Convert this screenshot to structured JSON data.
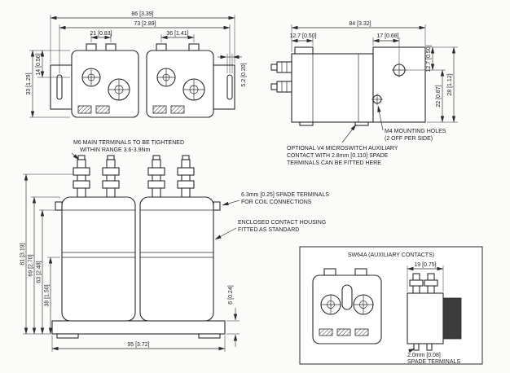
{
  "colors": {
    "ink": "#2b2b2b",
    "paper": "#fbfbfa",
    "housing_dark": "#3c3c3c"
  },
  "front_top": {
    "dim_width_overall": "86 [3.39]",
    "dim_width_fixing": "73 [2.89]",
    "dim_left_terminals": "21 [0.83]",
    "dim_right_terminals": "36 [1.41]",
    "dim_height_upper": "14 [0.56]",
    "dim_height_overall": "33 [1.29]",
    "dim_slot": "5.2 [0.20]"
  },
  "side_top": {
    "dim_width_overall": "84 [3.32]",
    "dim_offset_left": "12.7 [0.50]",
    "dim_hole_offset": "17 [0.68]",
    "dim_top": "12.7 [0.50]",
    "dim_hole_height": "22 [0.87]",
    "dim_height_overall": "28 [1.12]",
    "note_m4_line1": "M4 MOUNTING HOLES",
    "note_m4_line2": "(2 OFF PER SIDE)",
    "note_v4_line1": "OPTIONAL V4 MICROSWITCH AUXILIARY",
    "note_v4_line2": "CONTACT WITH 2.8mm [0.110] SPADE",
    "note_v4_line3": "TERMINALS CAN BE FITTED HERE"
  },
  "front_bottom": {
    "note_m6_line1": "M6 MAIN TERMINALS TO BE TIGHTENED",
    "note_m6_line2": "WITHIN RANGE 3.6-3.9Nm",
    "note_spade_line1": "6.3mm [0.25] SPADE TERMINALS",
    "note_spade_line2": "FOR COIL CONNECTIONS",
    "note_housing_line1": "ENCLOSED CONTACT HOUSING",
    "note_housing_line2": "FITTED AS STANDARD",
    "dim_h_81": "81 [3.19]",
    "dim_h_69": "69 [2.70]",
    "dim_h_63": "63 [2.48]",
    "dim_h_38": "38 [1.50]",
    "dim_base_height": "6 [0.24]",
    "dim_base_width": "95 [3.72]"
  },
  "detail": {
    "title": "SW64A (AUXILIARY CONTACTS)",
    "dim_width": "19 [0.75]",
    "note_spade_line1": "2.0mm [0.08]",
    "note_spade_line2": "SPADE TERMINALS"
  }
}
